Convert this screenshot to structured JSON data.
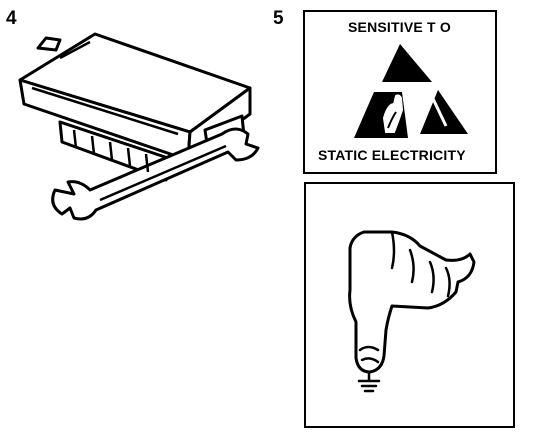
{
  "figures": {
    "fig4": {
      "number": "4",
      "icon": "control-module-with-wrench"
    },
    "fig5": {
      "number": "5",
      "warning_label": {
        "top_text": "SENSITIVE T  O",
        "bottom_text": "STATIC ELECTRICITY",
        "icon": "esd-hand-triangle"
      },
      "grounding": {
        "icon": "finger-ground-symbol"
      }
    }
  },
  "colors": {
    "ink": "#000000",
    "paper": "#ffffff"
  }
}
